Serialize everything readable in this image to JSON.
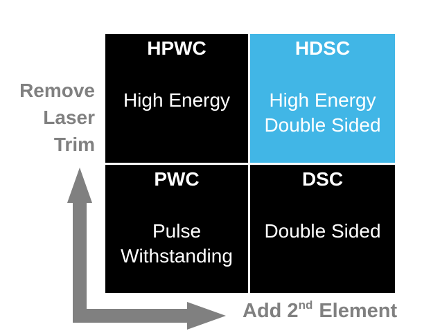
{
  "colors": {
    "cell_black": "#000000",
    "cell_blue": "#41b6e6",
    "axis_gray": "#808080",
    "text_white": "#ffffff",
    "background": "#ffffff"
  },
  "matrix": {
    "cells": [
      {
        "id": "hpwc",
        "abbr": "HPWC",
        "desc_lines": [
          "High Energy"
        ],
        "highlighted": false
      },
      {
        "id": "hdsc",
        "abbr": "HDSC",
        "desc_lines": [
          "High Energy",
          "Double Sided"
        ],
        "highlighted": true
      },
      {
        "id": "pwc",
        "abbr": "PWC",
        "desc_lines": [
          "Pulse",
          "Withstanding"
        ],
        "highlighted": false
      },
      {
        "id": "dsc",
        "abbr": "DSC",
        "desc_lines": [
          "Double Sided"
        ],
        "highlighted": false
      }
    ]
  },
  "y_axis": {
    "label_lines": [
      "Remove",
      "Laser",
      "Trim"
    ]
  },
  "x_axis": {
    "prefix": "Add 2",
    "superscript": "nd",
    "suffix": "Element"
  }
}
